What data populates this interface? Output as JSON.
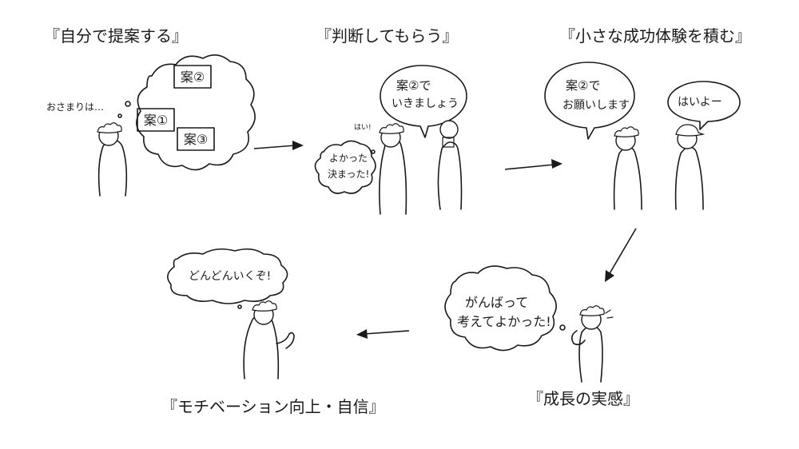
{
  "steps": {
    "propose": {
      "title": "『自分で提案する』",
      "muttering": "おさまりは…",
      "options": [
        "案②",
        "案①",
        "案③"
      ]
    },
    "judge": {
      "title": "『判断してもらう』",
      "boss_line1": "案②で",
      "boss_line2": "いきましょう",
      "reply": "はい!",
      "relief_line1": "よかった",
      "relief_line2": "決まった!"
    },
    "success": {
      "title": "『小さな成功体験を積む』",
      "request_line1": "案②で",
      "request_line2": "お願いします",
      "answer": "はいよー"
    },
    "growth": {
      "title": "『成長の実感』",
      "thought_line1": "がんばって",
      "thought_line2": "考えてよかった!"
    },
    "motivation": {
      "title": "『モチベーション向上・自信』",
      "thought": "どんどんいくぞ!"
    }
  },
  "colors": {
    "ink": "#1a1a1a",
    "paper": "#ffffff"
  }
}
